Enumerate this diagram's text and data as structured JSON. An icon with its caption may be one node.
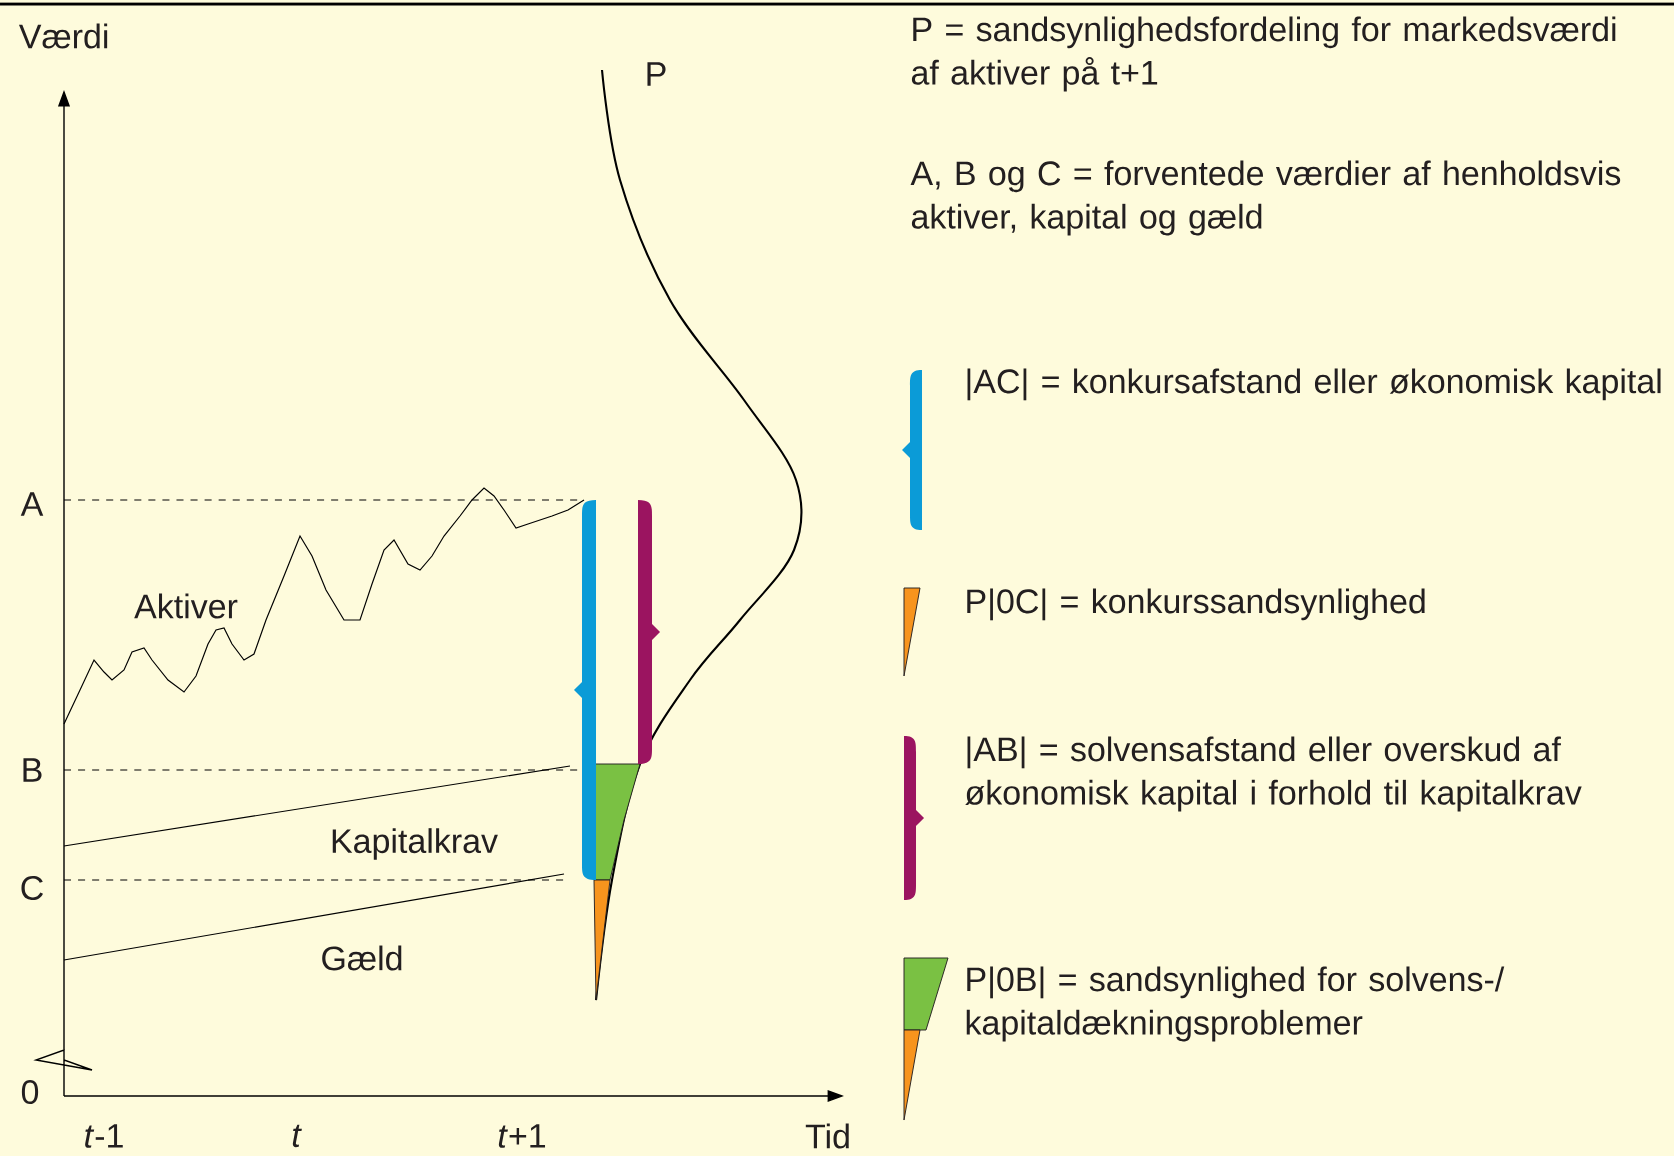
{
  "diagram": {
    "labels": [
      "Værdi",
      "A",
      "B",
      "C",
      "0",
      "*t*-1",
      "t",
      "*t*+1",
      "Tid",
      "P",
      "Aktiver",
      "Kapitalkrav",
      "Gæld",
      "P = sandsynlighedsfordeling for markedsværdi af aktiver på t+1",
      "A, B og C = forventede værdier af henholdsvis aktiver, kapital og gæld"
    ],
    "legend": [
      {
        "text": "|AC| = konkursafstand eller økonomisk kapital"
      },
      {
        "text": "P|0C| = konkurssandsynlighed"
      },
      {
        "text": "|AB| = solvensafstand eller overskud af økonomisk kapital i forhold til kapitalkrav"
      },
      {
        "text": "P|0B| = sandsynlighed for solvens-/ kapitaldækningsproblemer"
      }
    ]
  }
}
